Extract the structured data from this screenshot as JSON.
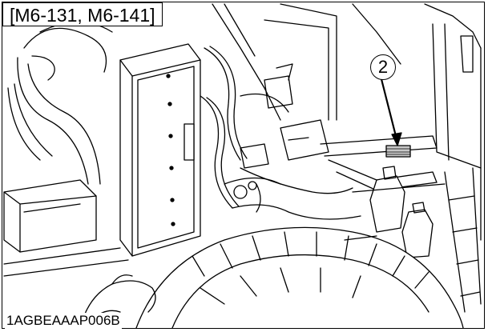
{
  "figure": {
    "model_label": "[M6-131, M6-141]",
    "figure_code": "1AGBEAAAP006B",
    "callout_number": "2",
    "line_color": "#000000",
    "background": "#ffffff",
    "shade_color": "#c8c8c8"
  }
}
